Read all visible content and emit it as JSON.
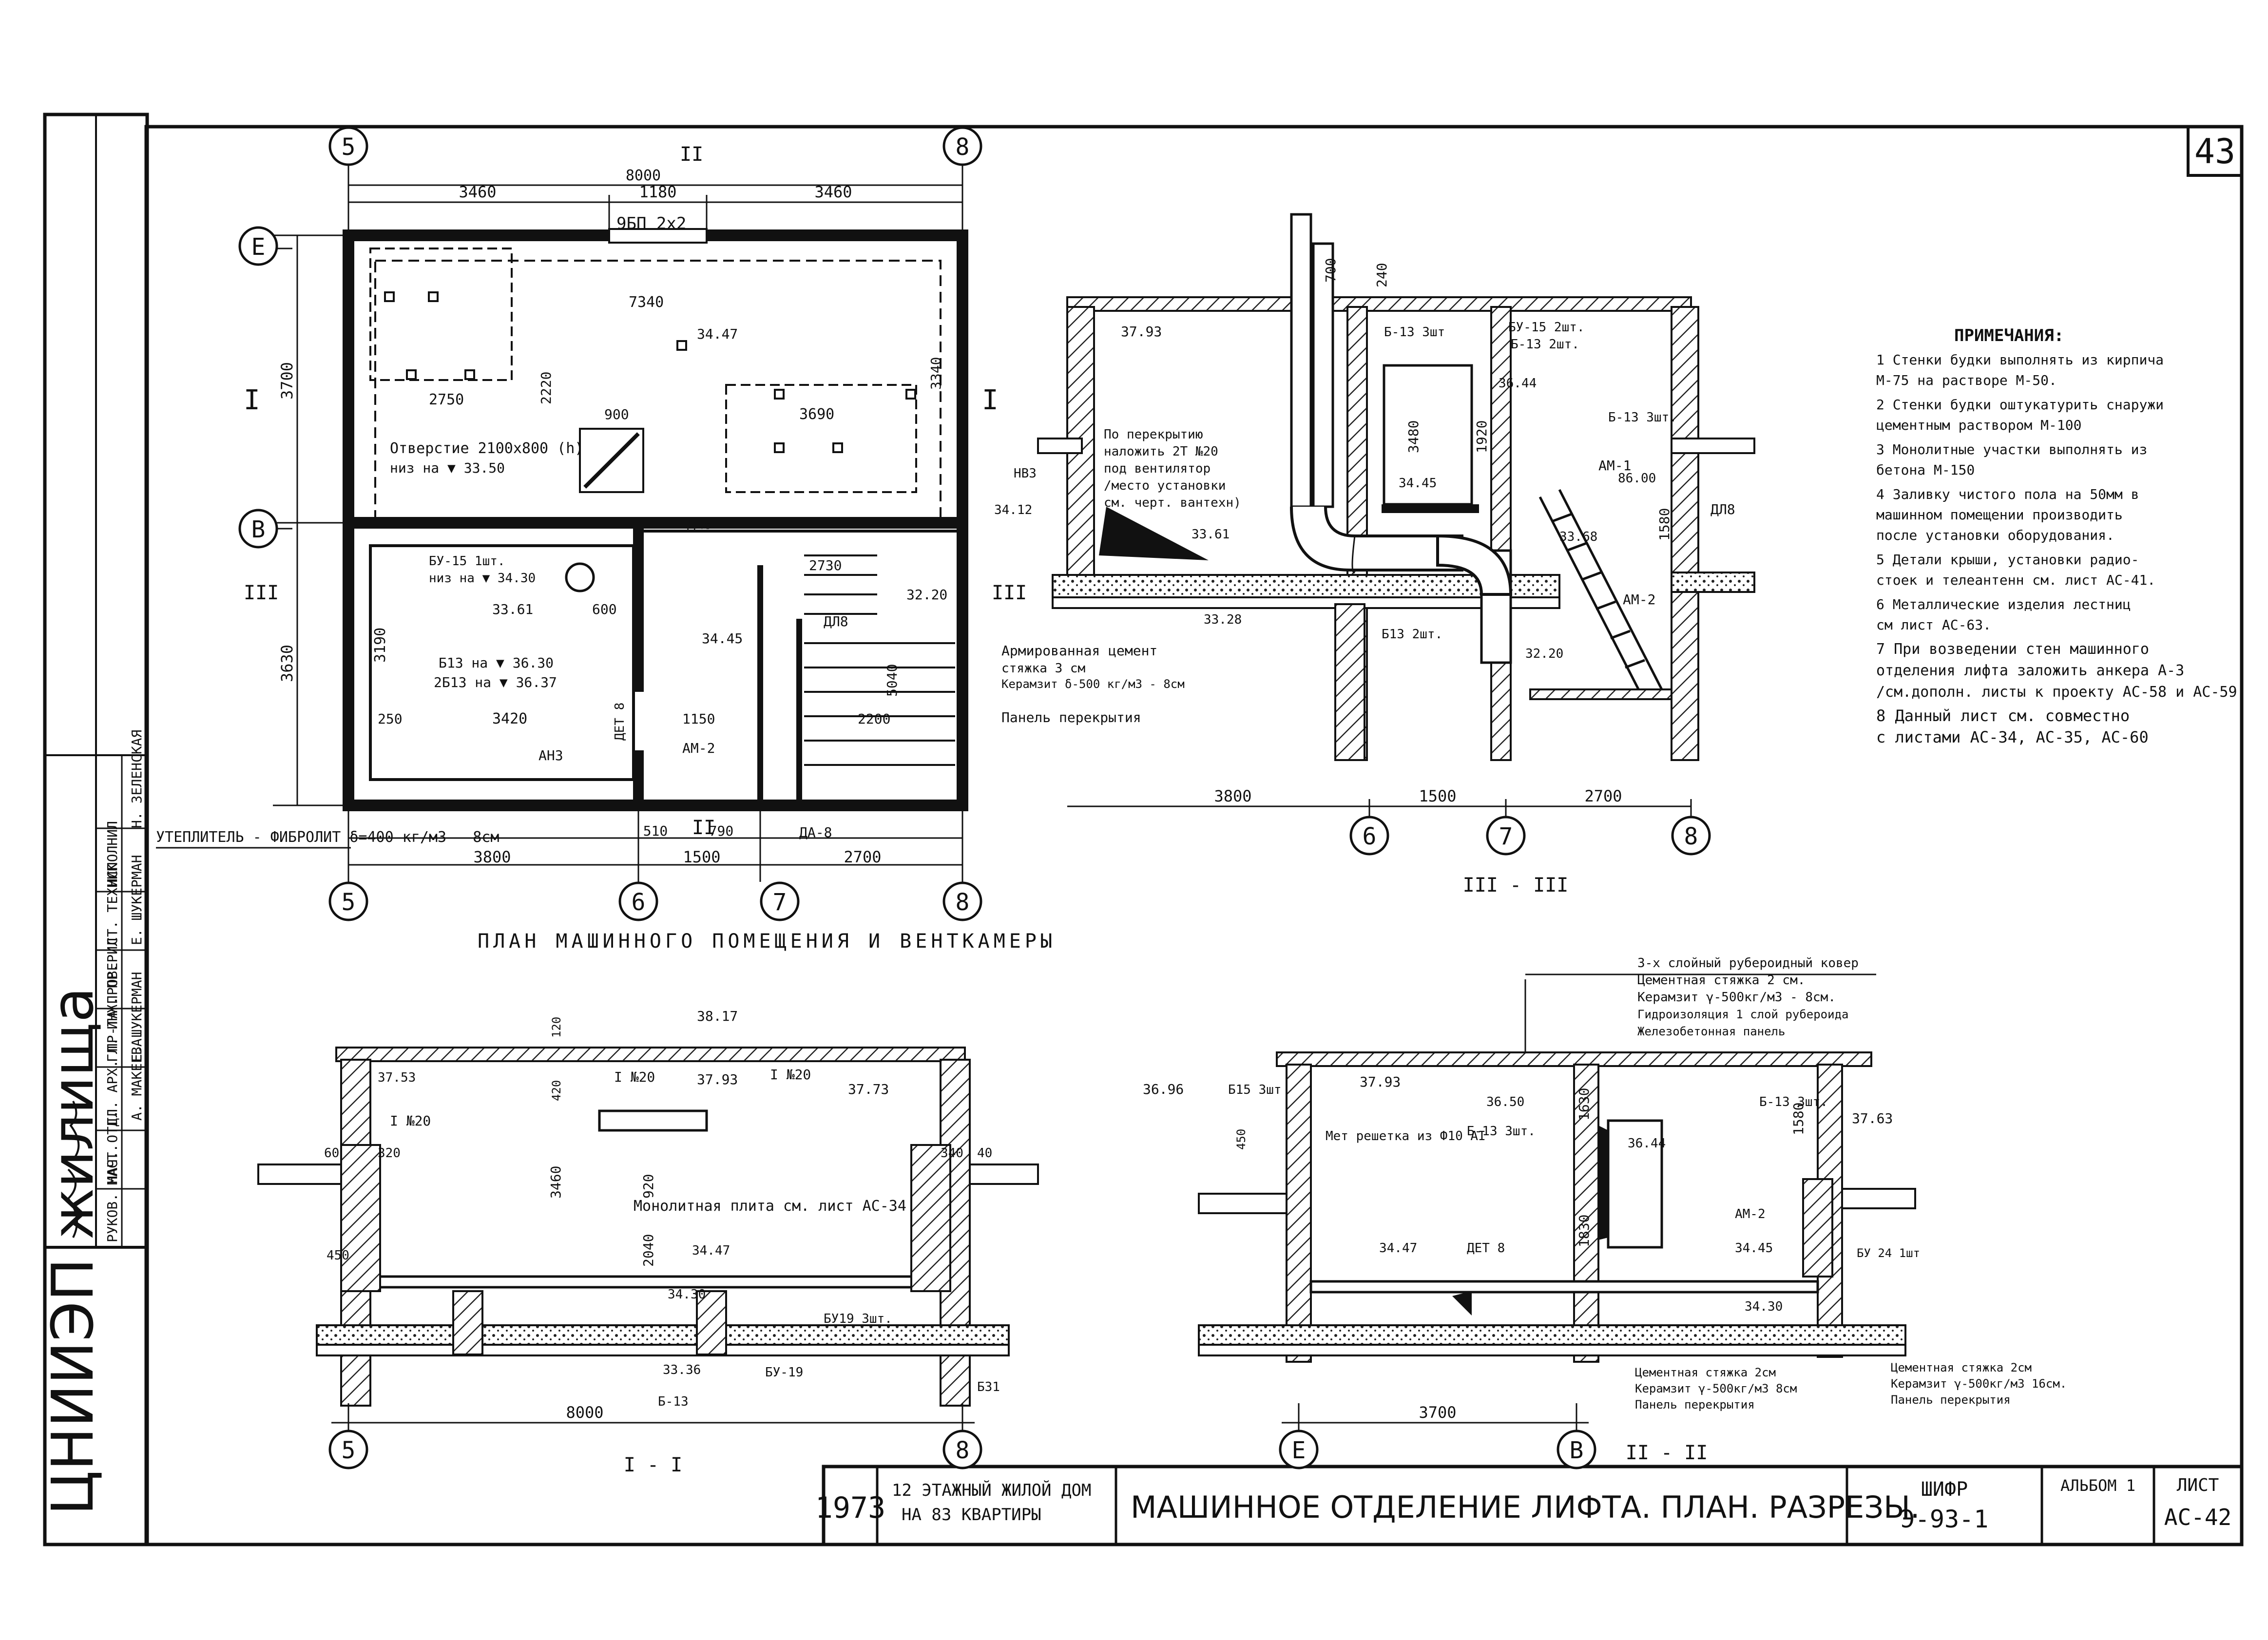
{
  "sheet": {
    "page_number": "43",
    "institute": "ЦНИИЭП жилища",
    "year": "1973",
    "project": [
      "12 ЭТАЖНЫЙ ЖИЛОЙ ДОМ",
      "НА 83 КВАРТИРЫ"
    ],
    "title": "МАШИННОЕ ОТДЕЛЕНИЕ ЛИФТА. ПЛАН. РАЗРЕЗЫ.",
    "code_label": "ШИФР",
    "code": "Э-93-1",
    "album": "АЛЬБОМ 1",
    "sheet_label": "ЛИСТ",
    "sheet_no": "АС-42"
  },
  "signatures": {
    "roles": [
      "РУКОВ. МАСТ.",
      "НАЧ. ОТД.",
      "ГЛ. АРХ. ПР-ТА",
      "ГЛ. ИНЖ. ПР.",
      "ПРОВЕРИЛ",
      "СТ. ТЕХНИК",
      "ИСПОЛНИЛ"
    ],
    "names": [
      "А. МАКЕЕВА",
      "Е. ШУКЕРМАН",
      "Е. ШУКЕРМАН",
      "Н. ЗЕЛЕНСКАЯ"
    ]
  },
  "notes": {
    "heading": "ПРИМЕЧАНИЯ:",
    "items": [
      "1  Стенки будки выполнять из кирпича",
      "   М-75 на растворе М-50.",
      "2  Стенки будки оштукатурить снаружи",
      "   цементным раствором М-100",
      "3  Монолитные участки выполнять из",
      "   бетона М-150",
      "4  Заливку чистого пола на 50мм в",
      "   машинном помещении производить",
      "   после установки оборудования.",
      "5  Детали крыши, установки радио-",
      "   стоек и телеантенн см. лист АС-41.",
      "6  Металлические изделия лестниц",
      "   см лист АС-63.",
      "7  При возведении стен машинного",
      "   отделения лифта заложить анкера А-3",
      "   /см.дополн. листы к проекту АС-58 и АС-59",
      "8  Данный лист см. совместно",
      "   с листами АС-34, АС-35, АС-60"
    ]
  },
  "plan": {
    "caption": "ПЛАН МАШИННОГО ПОМЕЩЕНИЯ И ВЕНТКАМЕРЫ",
    "axes_top": [
      "5",
      "8"
    ],
    "axes_bottom": [
      "5",
      "6",
      "7",
      "8"
    ],
    "axes_left": [
      "Е",
      "В"
    ],
    "section_marks": [
      "I",
      "I",
      "III",
      "III",
      "II",
      "II"
    ],
    "dims_top": [
      "8000",
      "3460",
      "1180",
      "3460"
    ],
    "dims_bottom": [
      "3800",
      "1500",
      "2700",
      "510",
      "790"
    ],
    "dims_left": [
      "3700",
      "3630"
    ],
    "labels": [
      "9БП 2х2",
      "7340",
      "2750",
      "3690",
      "900",
      "2220",
      "3340",
      "Отверстие 2100х800 (h)",
      "низ на ▼ 33.50",
      "34.47",
      "33.61",
      "3190",
      "3420",
      "250",
      "1150",
      "2200",
      "5040",
      "2730",
      "34.45",
      "32.20",
      "ДЛ8",
      "ДЛ8",
      "Б13 на ▼ 36.30",
      "2Б13 на ▼ 36.37",
      "БУ-15 1шт.",
      "низ на ▼ 34.30",
      "АМ-2",
      "ДА-8",
      "ДЕТ 8",
      "АНЗ",
      "600"
    ],
    "insulation_note": "УТЕПЛИТЕЛЬ - ФИБРОЛИТ δ=400 кг/м3 - 8см"
  },
  "section3": {
    "caption": "III - III",
    "axes": [
      "6",
      "7",
      "8"
    ],
    "dims": [
      "3800",
      "1500",
      "2700",
      "240",
      "700",
      "1920",
      "3480",
      "1580"
    ],
    "marks": [
      "37.93",
      "36.44",
      "34.45",
      "33.61",
      "33.68",
      "33.28",
      "32.20",
      "34.12",
      "86.00"
    ],
    "labels": [
      "Б-13 3шт",
      "БУ-15 2шт.",
      "Б-13 2шт.",
      "Б-13 3шт.",
      "АМ-1",
      "АМ-2",
      "ДЛ8",
      "Б13 2шт.",
      "НВЗ"
    ],
    "floor_note": [
      "По перекрытию",
      "наложить 2Т №20",
      "под вентилятор",
      "/место установки",
      "см. черт. вантехн)"
    ],
    "slab_note": [
      "Армированная цемент",
      "стяжка 3 см",
      "Керамзит δ-500 кг/м3 - 8см",
      "Панель перекрытия"
    ]
  },
  "section1": {
    "caption": "I - I",
    "axes": [
      "5",
      "8"
    ],
    "dims": [
      "8000",
      "3460",
      "920",
      "2040",
      "420",
      "120",
      "60",
      "320",
      "450",
      "340",
      "40"
    ],
    "marks": [
      "38.17",
      "37.93",
      "37.73",
      "37.53",
      "34.47",
      "34.30",
      "33.36"
    ],
    "labels": [
      "I №20",
      "I №20",
      "I №20",
      "Монолитная плита см. лист АС-34",
      "БУ19 3шт.",
      "БУ-19",
      "Б-13",
      "Б31"
    ]
  },
  "section2": {
    "caption": "II - II",
    "axes": [
      "Е",
      "В"
    ],
    "dims": [
      "3700",
      "1830",
      "1630",
      "1580",
      "450"
    ],
    "marks": [
      "36.96",
      "37.93",
      "36.50",
      "37.63",
      "36.44",
      "34.47",
      "34.45",
      "34.30"
    ],
    "labels": [
      "Б15 3шт",
      "Мет решетка из Ф10 АI",
      "Б-13 3шт.",
      "Б-13 3шт.",
      "ДЕТ 8",
      "АМ-2",
      "БУ 24 1шт"
    ],
    "roof_note": [
      "3-х слойный рубероидный ковер",
      "Цементная стяжка 2 см.",
      "Керамзит γ-500кг/м3 - 8см.",
      "Гидроизоляция 1 слой рубероида",
      "Железобетонная панель"
    ],
    "floor_note_left": [
      "Цементная стяжка 2см",
      "Керамзит γ-500кг/м3 8см",
      "Панель перекрытия"
    ],
    "floor_note_right": [
      "Цементная стяжка 2см",
      "Керамзит γ-500кг/м3 16см.",
      "Панель перекрытия"
    ]
  }
}
